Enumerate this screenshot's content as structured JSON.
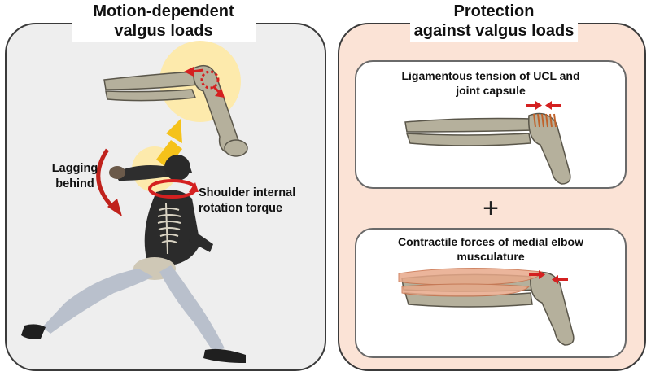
{
  "left_panel": {
    "title_line1": "Motion-dependent",
    "title_line2": "valgus loads",
    "lag_line1": "Lagging",
    "lag_line2": "behind",
    "torque_line1": "Shoulder internal",
    "torque_line2": "rotation torque"
  },
  "right_panel": {
    "title_line1": "Protection",
    "title_line2": "against valgus loads",
    "top_card_line1": "Ligamentous tension of UCL and",
    "top_card_line2": "joint capsule",
    "plus_sign": "+",
    "bottom_card_line1": "Contractile forces of medial elbow",
    "bottom_card_line2": "musculature"
  },
  "colors": {
    "left_panel_bg": "#eeeeee",
    "right_panel_bg": "#fbe3d6",
    "arrow_red": "#d42020",
    "highlight_yellow": "#fde9a8",
    "arrow_yellow": "#f5c21a",
    "bone": "#b5b09c"
  }
}
